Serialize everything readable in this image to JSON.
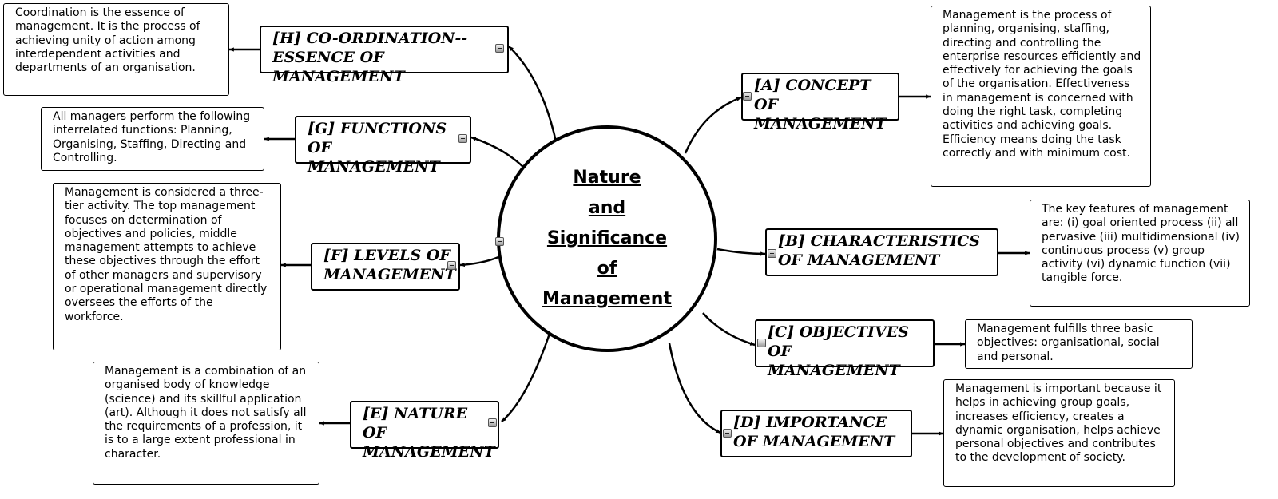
{
  "center": {
    "lines": [
      "Nature",
      "and",
      "Significance",
      "of",
      "Management"
    ]
  },
  "topics": [
    {
      "key": "a",
      "label": "[A] CONCEPT OF MANAGEMENT",
      "note": "Management is the process of planning, organising, staffing, directing and controlling the enterprise resources efficiently and effectively for achieving the goals of the organisation. Effectiveness in management is concerned with doing the right task, completing activities and achieving goals. Efficiency means doing the task correctly and with minimum cost."
    },
    {
      "key": "b",
      "label": "[B] CHARACTERISTICS OF MANAGEMENT",
      "note": "The key features of management are: (i) goal oriented process (ii) all pervasive (iii) multidimensional (iv) continuous process (v) group activity (vi) dynamic function (vii) tangible force."
    },
    {
      "key": "c",
      "label": "[C] OBJECTIVES OF MANAGEMENT",
      "note": "Management fulfills three basic objectives: organisational, social and personal."
    },
    {
      "key": "d",
      "label": "[D] IMPORTANCE OF MANAGEMENT",
      "note": "Management is important because it helps in achieving group goals, increases efficiency, creates a dynamic organisation, helps achieve personal objectives and contributes to the development of society."
    },
    {
      "key": "e",
      "label": "[E] NATURE OF MANAGEMENT",
      "note": "Management is a combination of an organised body of knowledge (science) and its skillful application (art). Although it does not satisfy all the requirements of a profession, it is to a large extent professional in character."
    },
    {
      "key": "f",
      "label": "[F] LEVELS OF MANAGEMENT",
      "note": "Management is considered a three-tier activity. The top management focuses on determination of objectives and policies, middle management attempts to achieve these objectives through the effort of other managers and supervisory or operational management directly oversees the efforts of the workforce."
    },
    {
      "key": "g",
      "label": "[G] FUNCTIONS OF MANAGEMENT",
      "note": "All managers perform the following interrelated functions: Planning, Organising, Staffing, Directing and Controlling."
    },
    {
      "key": "h",
      "label": "[H] CO-ORDINATION--ESSENCE OF MANAGEMENT",
      "note": "Coordination is the essence of management. It is the process of achieving unity of action among interdependent activities and departments of an organisation."
    }
  ]
}
